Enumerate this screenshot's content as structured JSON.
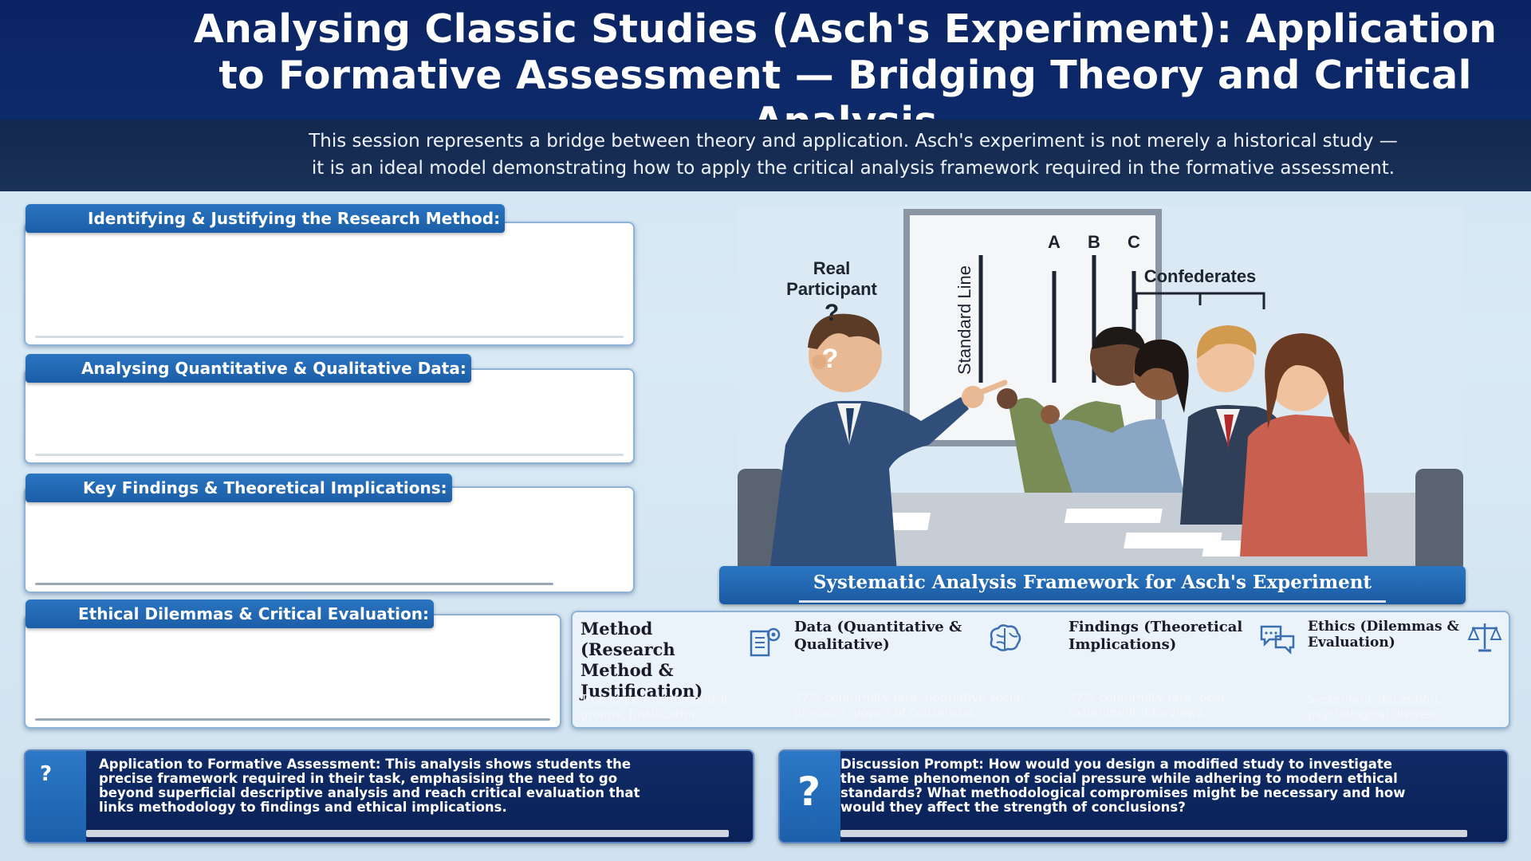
{
  "header": {
    "title": "Analysing Classic Studies (Asch's Experiment): Application to Formative Assessment — Bridging Theory and Critical Analysis",
    "subtitle": "This session represents a bridge between theory and application. Asch's experiment is not merely a historical study — it is an ideal model demonstrating how to apply the critical analysis framework required in the formative assessment."
  },
  "sections": [
    {
      "label": "Identifying & Justifying the Research Method:"
    },
    {
      "label": "Analysing Quantitative & Qualitative Data:"
    },
    {
      "label": "Key Findings & Theoretical Implications:"
    },
    {
      "label": "Ethical Dilemmas & Critical Evaluation:"
    }
  ],
  "illustration": {
    "real_participant": "Real Participant",
    "question_mark": "?",
    "head_question_mark": "?",
    "standard_line": "Standard Line",
    "line_a": "A",
    "line_b": "B",
    "line_c": "C",
    "confederates": "Confederates"
  },
  "framework": {
    "title": "Systematic Analysis Framework for Asch's Experiment",
    "columns": [
      {
        "title": "Method (Research Method & Justification)",
        "desc": "True experiment, control groups, justification.",
        "icon": "document-gear-icon"
      },
      {
        "title": "Data (Quantitative & Qualitative)",
        "desc": "37% conformity rate, normative social pressure, power of consensus.",
        "icon": "brain-icon"
      },
      {
        "title": "Findings (Theoretical Implications)",
        "desc": "37% conformity rate, post-experiment interviews.",
        "icon": "speech-bubbles-icon"
      },
      {
        "title": "Ethics (Dilemmas & Evaluation)",
        "desc": "Systematic deception, psychological distress.",
        "icon": "scales-icon"
      }
    ]
  },
  "bottom": {
    "application": {
      "icon_text": "?",
      "text": "Application to Formative Assessment: This analysis shows students the precise framework required in their task, emphasising the need to go beyond superficial descriptive analysis and reach critical evaluation that links methodology to findings and ethical implications."
    },
    "discussion": {
      "icon_text": "?",
      "text": "Discussion Prompt: How would you design a modified study to investigate the same phenomenon of social pressure while adhering to modern ethical standards? What methodological compromises might be necessary and how would they affect the strength of conclusions?"
    }
  },
  "colors": {
    "header_bg": "#0b2463",
    "subheader_bg": "#13284f",
    "accent_blue": "#1c5ea8",
    "page_bg": "#d4e6f3"
  }
}
